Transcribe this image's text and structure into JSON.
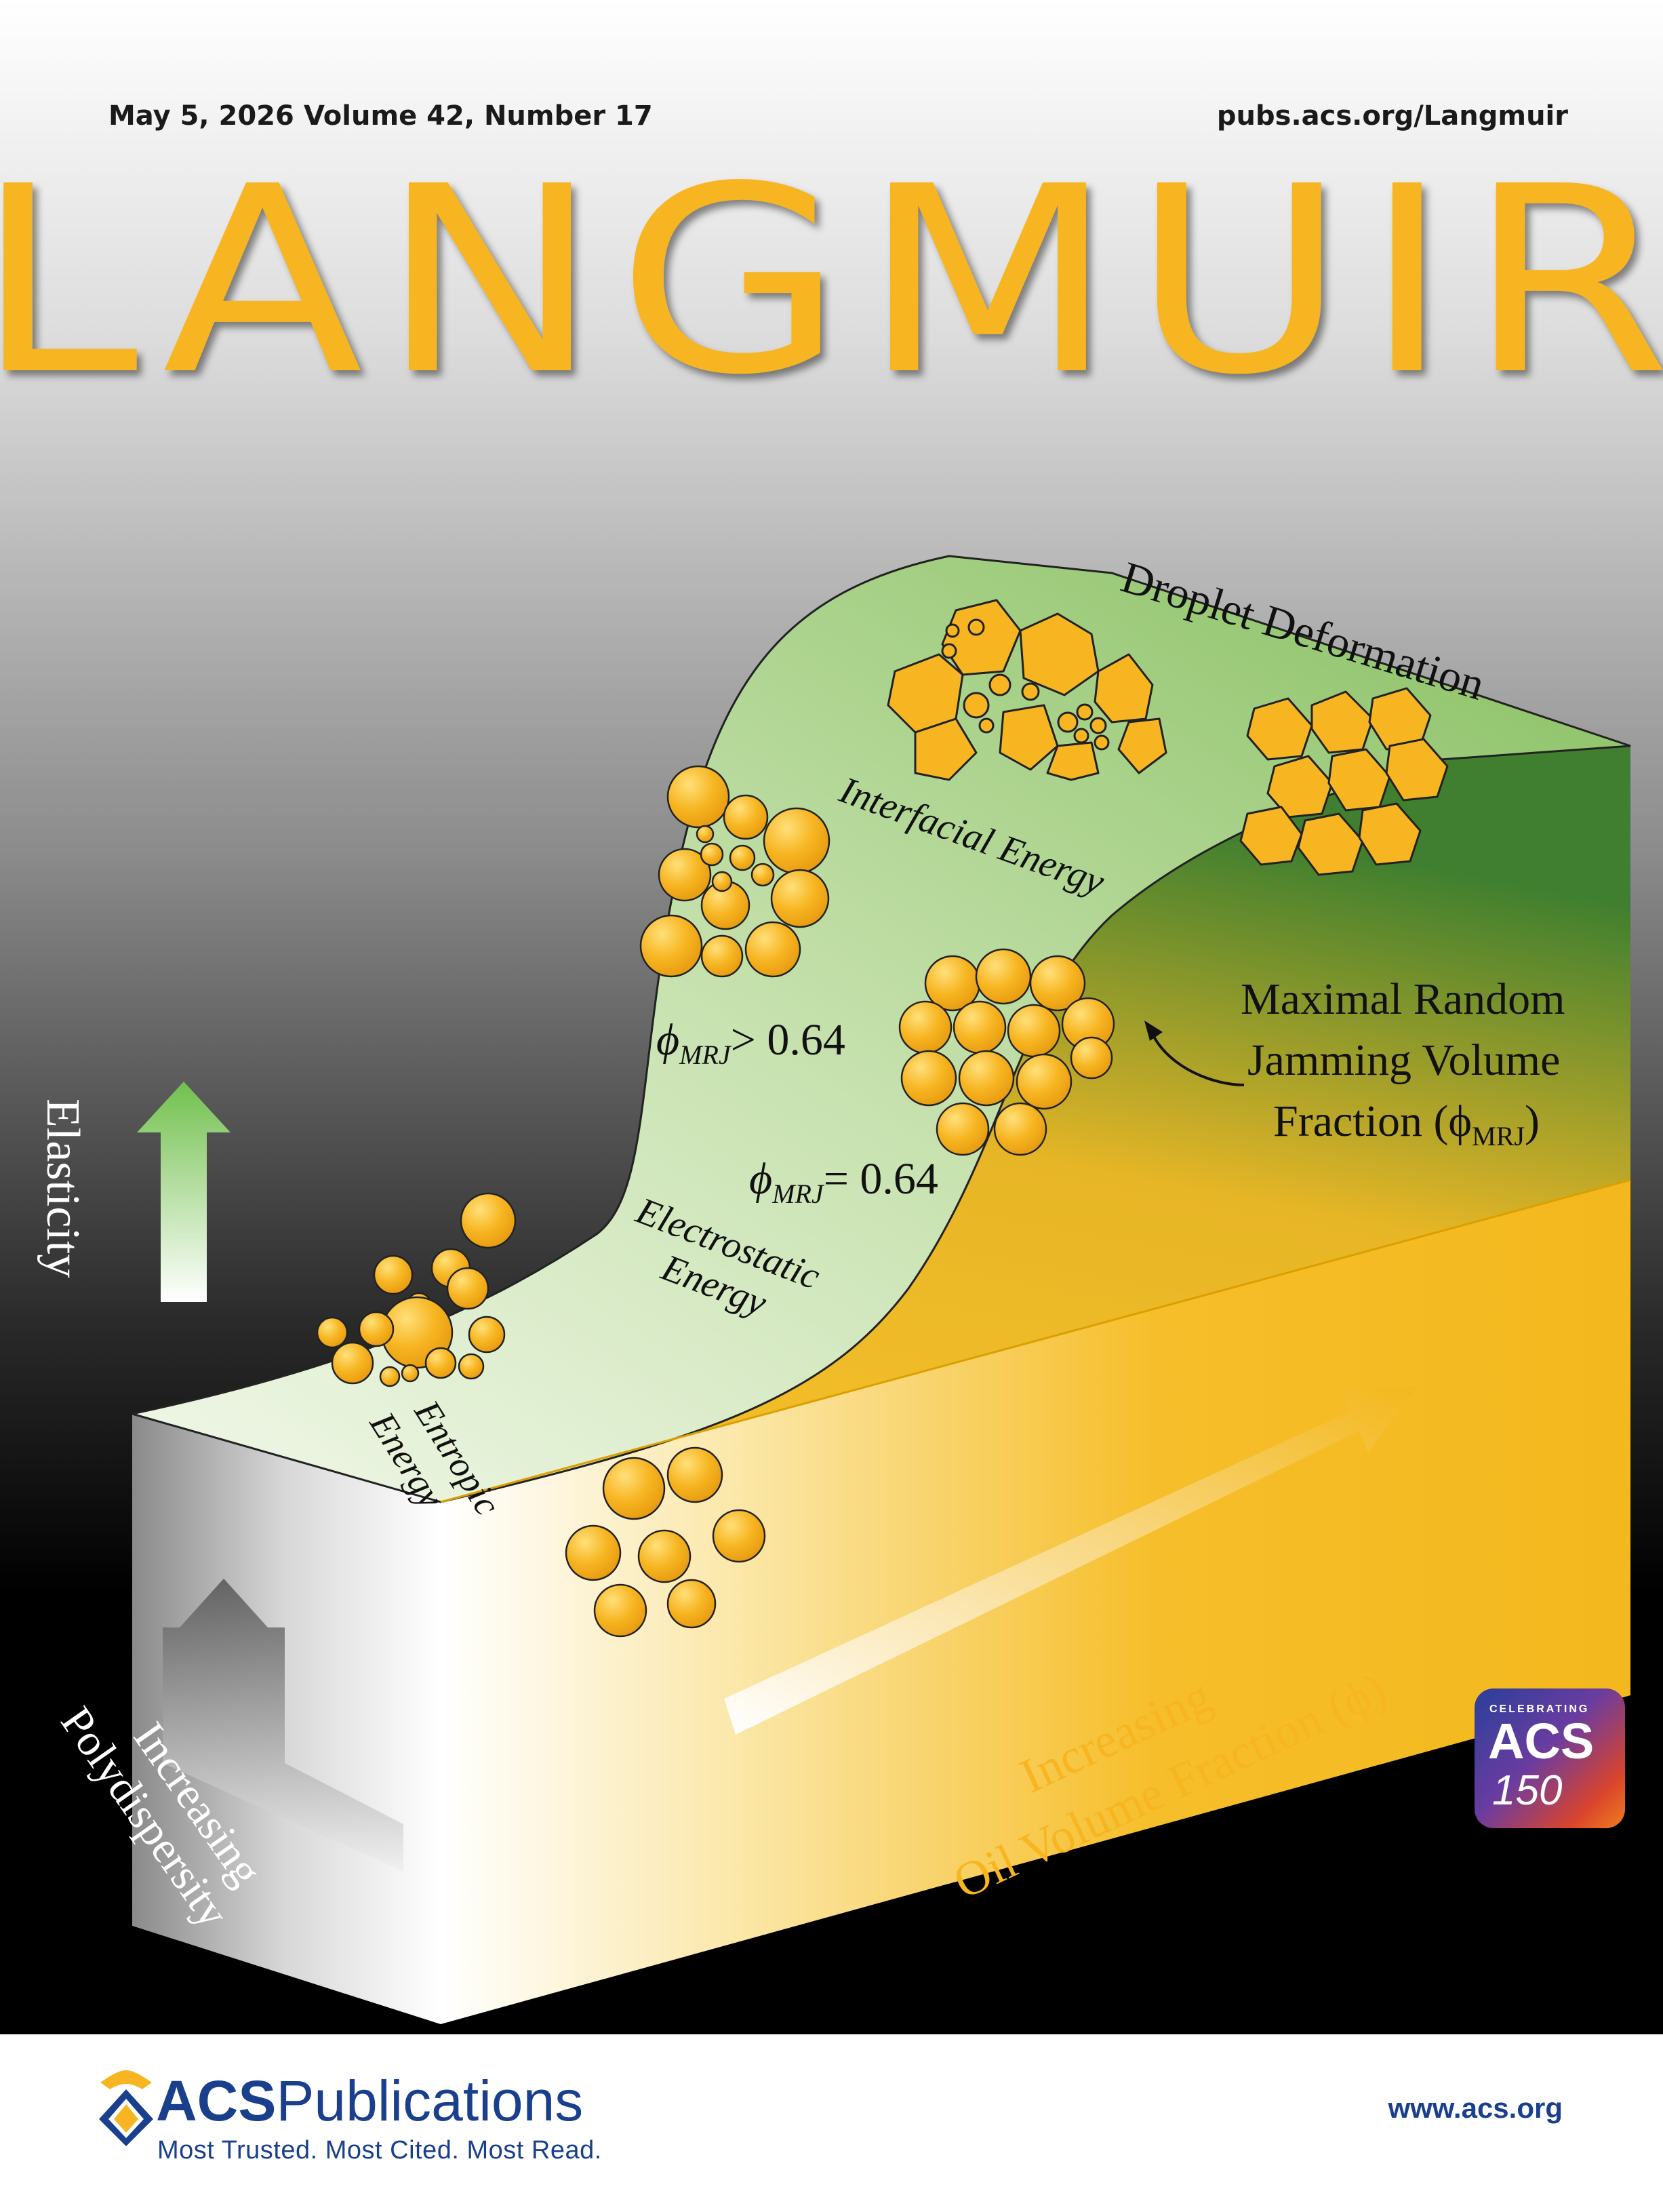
{
  "header": {
    "date": "May 5, 2026",
    "volume": "Volume 42, Number 17",
    "url": "pubs.acs.org/Langmuir"
  },
  "journal_title": "LANGMUIR",
  "figure": {
    "droplet_deformation": "Droplet Deformation",
    "interfacial_energy": "Interfacial Energy",
    "phi_gt": "> 0.64",
    "phi_eq": "= 0.64",
    "phi_symbol": "ϕ",
    "phi_subscript": "MRJ",
    "mrj_line1": "Maximal Random",
    "mrj_line2": "Jamming Volume",
    "mrj_line3": "Fraction (ϕ",
    "mrj_sub": "MRJ",
    "mrj_close": ")",
    "electrostatic_1": "Electrostatic",
    "electrostatic_2": "Energy",
    "entropic_1": "Entropic",
    "entropic_2": "Energy",
    "elasticity": "Elasticity",
    "polydispersity_1": "Increasing",
    "polydispersity_2": "Polydispersity",
    "oil_1": "Increasing",
    "oil_2": "Oil Volume Fraction (ϕ)"
  },
  "badge": {
    "celebrating": "CELEBRATING",
    "acs": "ACS",
    "number": "150"
  },
  "footer": {
    "brand_bold": "ACS",
    "brand_rest": "Publications",
    "tagline": "Most Trusted. Most Cited. Most Read.",
    "website": "www.acs.org"
  },
  "colors": {
    "title": "#f7b521",
    "droplet": "#f7b521",
    "surface_green": "#8fc36a",
    "brand_blue": "#1a3f8c"
  }
}
